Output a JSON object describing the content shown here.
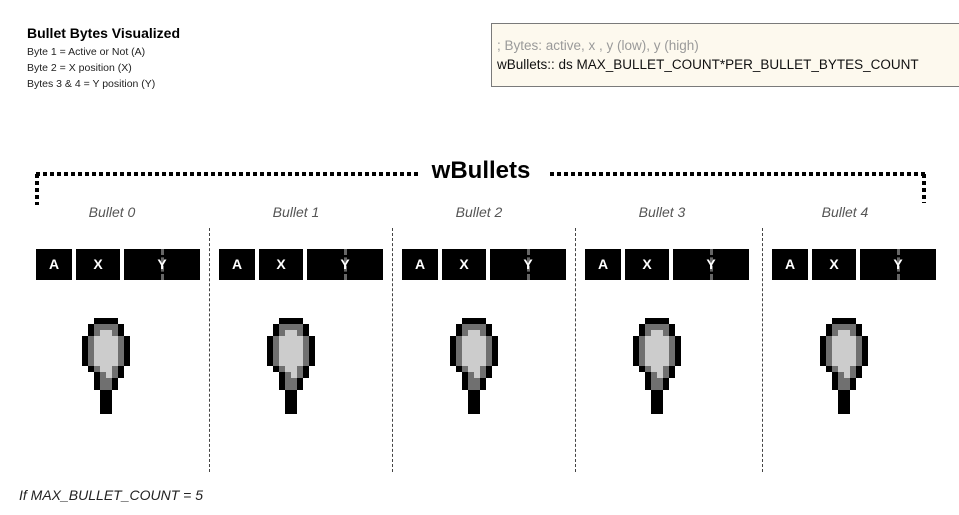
{
  "legend": {
    "title": "Bullet Bytes Visualized",
    "lines": [
      "Byte 1 = Active or Not (A)",
      "Byte 2 = X position (X)",
      "Bytes 3 & 4 = Y position (Y)"
    ]
  },
  "code": {
    "comment": "; Bytes: active, x , y (low), y (high)",
    "declaration": "wBullets:: ds MAX_BULLET_COUNT*PER_BULLET_BYTES_COUNT"
  },
  "array_label": "wBullets",
  "bullets": [
    {
      "label": "Bullet 0",
      "bytes": [
        "A",
        "X",
        "Y"
      ]
    },
    {
      "label": "Bullet 1",
      "bytes": [
        "A",
        "X",
        "Y"
      ]
    },
    {
      "label": "Bullet 2",
      "bytes": [
        "A",
        "X",
        "Y"
      ]
    },
    {
      "label": "Bullet 3",
      "bytes": [
        "A",
        "X",
        "Y"
      ]
    },
    {
      "label": "Bullet 4",
      "bytes": [
        "A",
        "X",
        "Y"
      ]
    }
  ],
  "footnote": "If MAX_BULLET_COUNT = 5",
  "colors": {
    "cell_bg": "#000000",
    "sprite_dark": "#000000",
    "sprite_mid": "#707070",
    "sprite_light": "#cccccc",
    "code_bg": "#fdf9ee"
  },
  "icons": {
    "bullet_sprite": "bullet-sprite-icon"
  }
}
